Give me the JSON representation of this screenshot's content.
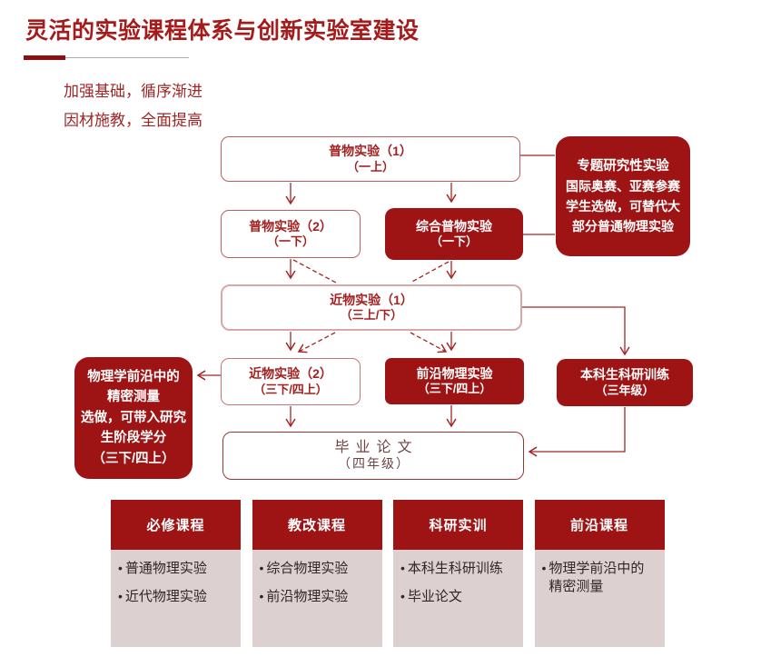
{
  "page": {
    "title": "灵活的实验课程体系与创新实验室建设"
  },
  "motto": {
    "line1": "加强基础，循序渐进",
    "line2": "因材施教，全面提高"
  },
  "colors": {
    "primary_dark_red": "#9E1414",
    "title_red": "#A51A1A",
    "connector_red": "#A32525",
    "light_pink_panel": "#DCD0D0",
    "white_box_border": "#B96060",
    "thesis_box_border": "#953735"
  },
  "bullet_char": "•",
  "flow": {
    "puwu1": {
      "line1": "普物实验（1）",
      "line2": "（一上）"
    },
    "puwu2": {
      "line1": "普物实验（2）",
      "line2": "（一下）"
    },
    "zonghe": {
      "line1": "综合普物实验",
      "line2": "（一下）"
    },
    "zhuanti": {
      "line1": "专题研究性实验",
      "line2": "国际奥赛、亚赛参赛",
      "line3": "学生选做，可替代大",
      "line4": "部分普通物理实验"
    },
    "jinwu1": {
      "line1": "近物实验（1）",
      "line2": "（三上/下）"
    },
    "jinwu2": {
      "line1": "近物实验（2）",
      "line2": "（三下/四上）"
    },
    "qianyan": {
      "line1": "前沿物理实验",
      "line2": "（三下/四上）"
    },
    "keyan": {
      "line1": "本科生科研训练",
      "line2": "（三年级）"
    },
    "jingmi": {
      "line1": "物理学前沿中的",
      "line2": "精密测量",
      "line3": "选做，可带入研究",
      "line4": "生阶段学分",
      "line5": "（三下/四上）"
    },
    "biye": {
      "line1": "毕业论文",
      "line2": "（四年级）"
    }
  },
  "categories": [
    {
      "header": "必修课程",
      "items": [
        "普通物理实验",
        "近代物理实验"
      ]
    },
    {
      "header": "教改课程",
      "items": [
        "综合物理实验",
        "前沿物理实验"
      ]
    },
    {
      "header": "科研实训",
      "items": [
        "本科生科研训练",
        "毕业论文"
      ]
    },
    {
      "header": "前沿课程",
      "items": [
        "物理学前沿中的精密测量"
      ]
    }
  ]
}
